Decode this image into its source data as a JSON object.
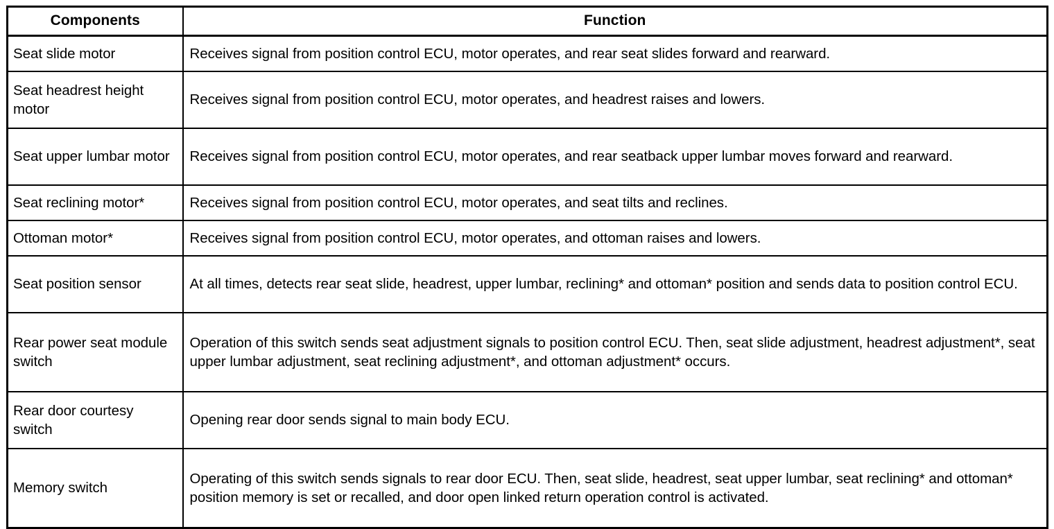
{
  "table": {
    "headers": {
      "components": "Components",
      "function": "Function"
    },
    "rows": [
      {
        "component": "Seat slide motor",
        "function": "Receives signal from position control ECU, motor operates, and rear seat slides forward and rearward."
      },
      {
        "component": "Seat headrest height motor",
        "function": "Receives signal from position control ECU, motor operates, and headrest raises and lowers."
      },
      {
        "component": "Seat upper lumbar motor",
        "function": "Receives signal from position control ECU, motor operates, and rear seatback upper lumbar moves forward and rearward."
      },
      {
        "component": "Seat reclining motor*",
        "function": "Receives signal from position control ECU, motor operates, and seat tilts and reclines."
      },
      {
        "component": "Ottoman motor*",
        "function": "Receives signal from position control ECU, motor operates, and ottoman raises and lowers."
      },
      {
        "component": "Seat position sensor",
        "function": "At all times, detects rear seat slide, headrest, upper lumbar, reclining* and ottoman* position and sends data to position control ECU."
      },
      {
        "component": "Rear power seat module switch",
        "function": "Operation of this switch sends seat adjustment signals to position control ECU. Then, seat slide adjustment, headrest adjustment*, seat upper lumbar adjustment, seat reclining adjustment*, and ottoman adjustment* occurs."
      },
      {
        "component": "Rear door courtesy switch",
        "function": "Opening rear door sends signal to main body ECU."
      },
      {
        "component": "Memory switch",
        "function": "Operating of this switch sends signals to rear door ECU. Then, seat slide, headrest, seat upper lumbar, seat reclining* and ottoman* position memory is set or recalled, and door open linked return operation control is activated."
      }
    ]
  },
  "colors": {
    "background": "#ffffff",
    "text": "#000000",
    "border": "#000000"
  }
}
